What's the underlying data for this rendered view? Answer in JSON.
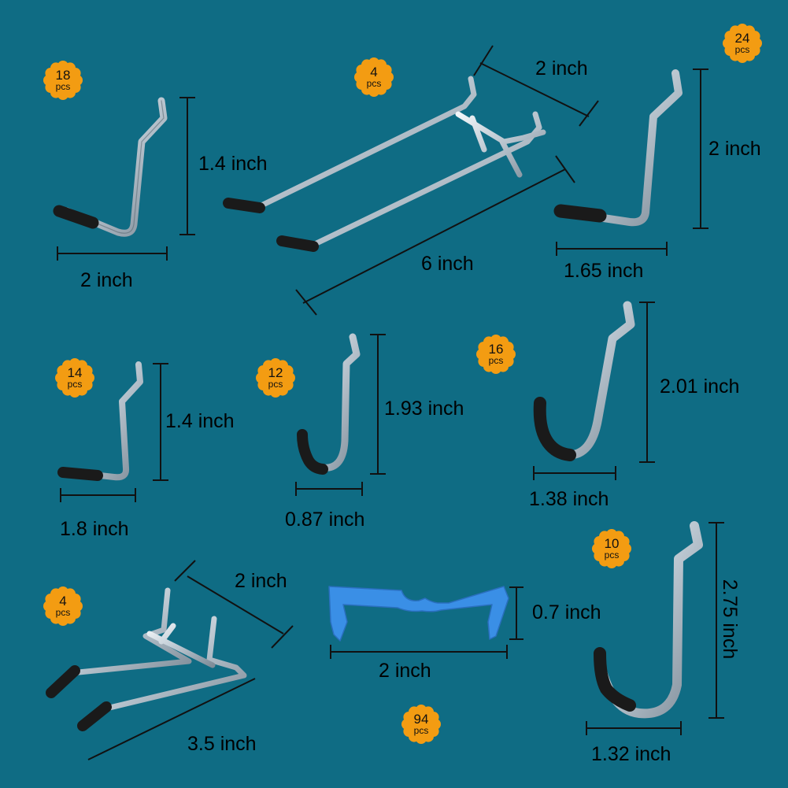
{
  "colors": {
    "background": "#0f6c84",
    "badge": "#f39c12",
    "wire": "#c9d3dc",
    "cap": "#1a1a1a",
    "clip": "#3a8fe6",
    "line": "#111111"
  },
  "items": [
    {
      "name": "l-hook-small",
      "count": "18",
      "unit": "pcs",
      "dims": [
        "1.4 inch",
        "2 inch"
      ]
    },
    {
      "name": "double-hook",
      "count": "4",
      "unit": "pcs",
      "dims": [
        "2 inch",
        "6 inch"
      ]
    },
    {
      "name": "l-hook-large",
      "count": "24",
      "unit": "pcs",
      "dims": [
        "2 inch",
        "1.65 inch"
      ]
    },
    {
      "name": "l-hook-short",
      "count": "14",
      "unit": "pcs",
      "dims": [
        "1.4 inch",
        "1.8 inch"
      ]
    },
    {
      "name": "j-hook-small",
      "count": "12",
      "unit": "pcs",
      "dims": [
        "1.93 inch",
        "0.87 inch"
      ]
    },
    {
      "name": "j-hook-medium",
      "count": "16",
      "unit": "pcs",
      "dims": [
        "2.01 inch",
        "1.38 inch"
      ]
    },
    {
      "name": "double-prong-hook",
      "count": "4",
      "unit": "pcs",
      "dims": [
        "2 inch",
        "3.5 inch"
      ]
    },
    {
      "name": "locking-clip",
      "count": "94",
      "unit": "pcs",
      "dims": [
        "0.7 inch",
        "2 inch"
      ]
    },
    {
      "name": "j-hook-large",
      "count": "10",
      "unit": "pcs",
      "dims": [
        "2.75 inch",
        "1.32 inch"
      ]
    }
  ]
}
